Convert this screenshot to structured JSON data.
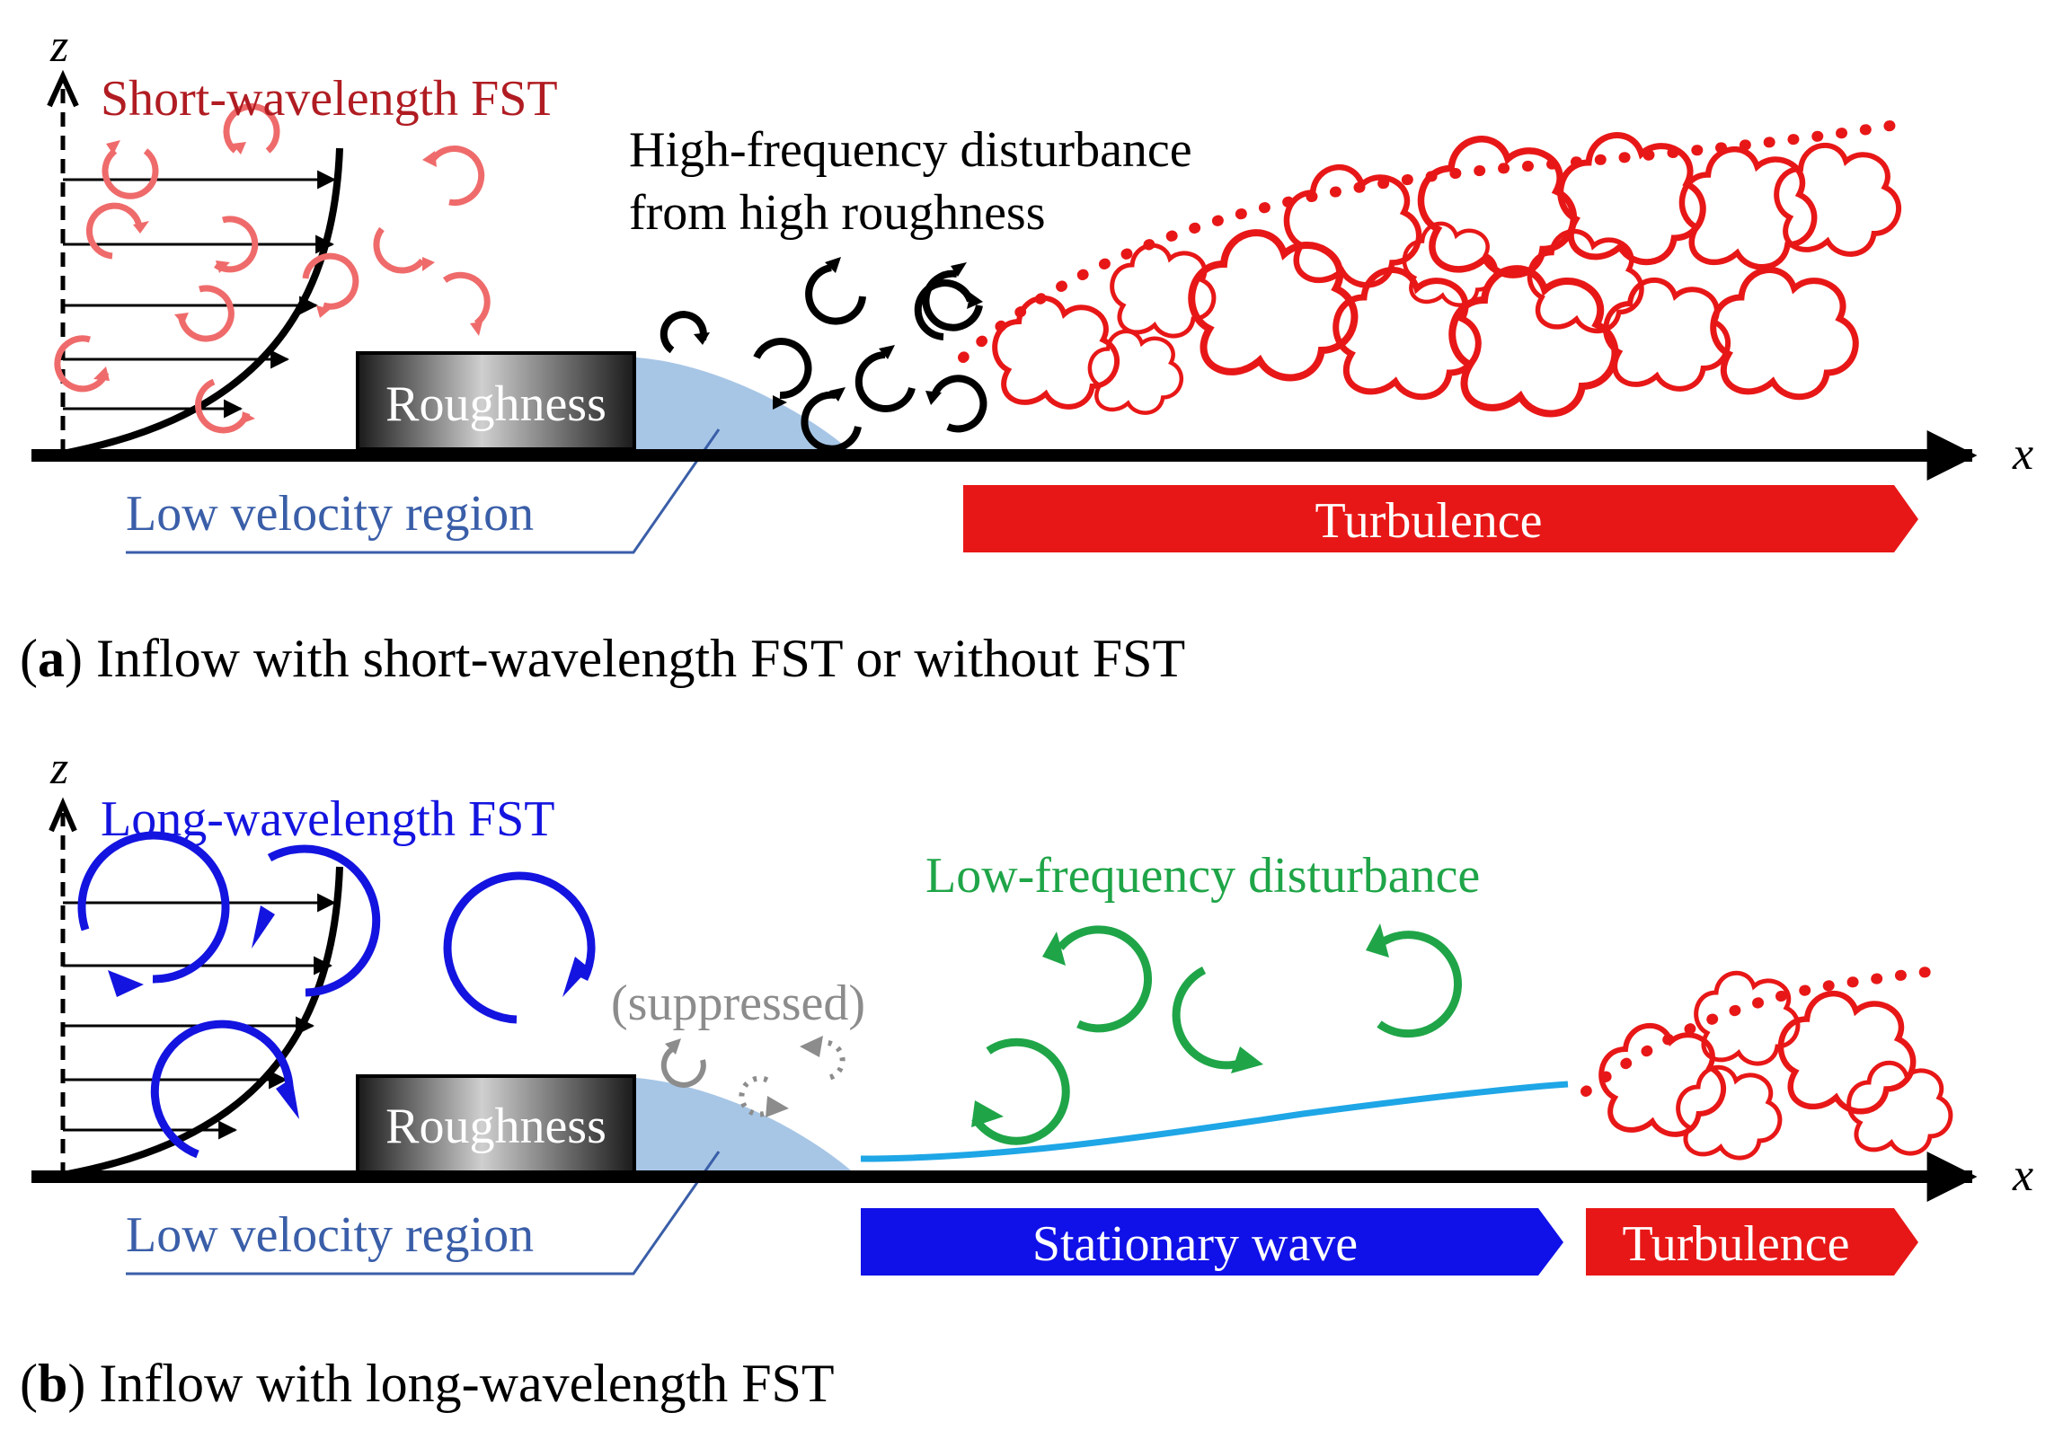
{
  "colors": {
    "short_fst": "#b01c22",
    "fst_eddy": "#ef6b6b",
    "long_fst": "#1414e0",
    "low_velocity": "#3a5ea8",
    "low_velocity_fill": "#a7c6e6",
    "turbulence": "#e81717",
    "stationary_wave": "#1010e8",
    "low_freq": "#1fa548",
    "suppressed": "#8c8c8c",
    "wave_line": "#1ea6e6",
    "black": "#000000"
  },
  "panel_a": {
    "axis_z": "z",
    "axis_x": "x",
    "fst_label": "Short-wavelength FST",
    "roughness_label": "Roughness",
    "disturbance_line1": "High-frequency disturbance",
    "disturbance_line2": "from high roughness",
    "low_velocity_label": "Low velocity region",
    "turbulence_label": "Turbulence",
    "caption_letter": "a",
    "caption_text": " Inflow with short-wavelength FST or without FST"
  },
  "panel_b": {
    "axis_z": "z",
    "axis_x": "x",
    "fst_label": "Long-wavelength FST",
    "roughness_label": "Roughness",
    "suppressed_label": "(suppressed)",
    "disturbance_label": "Low-frequency disturbance",
    "low_velocity_label": "Low velocity region",
    "stationary_label": "Stationary wave",
    "turbulence_label": "Turbulence",
    "caption_letter": "b",
    "caption_text": " Inflow with long-wavelength FST"
  }
}
